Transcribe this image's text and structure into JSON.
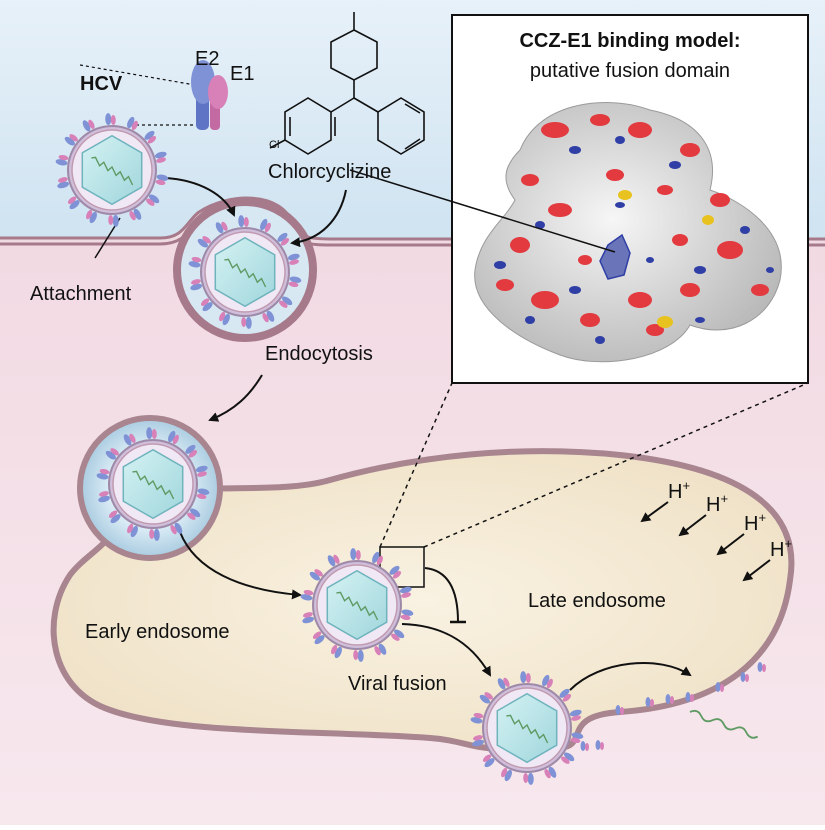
{
  "labels": {
    "hcv": "HCV",
    "e2": "E2",
    "e1": "E1",
    "cl": "Cl",
    "chlorcyclizine": "Chlorcyclizine",
    "attachment": "Attachment",
    "endocytosis": "Endocytosis",
    "early_endosome": "Early endosome",
    "late_endosome": "Late endosome",
    "viral_fusion": "Viral fusion",
    "proton": "H",
    "proton_charge": "+"
  },
  "inset": {
    "title": "CCZ-E1 binding model:",
    "subtitle": "putative fusion domain"
  },
  "colors": {
    "extracellular": "#d6e8f4",
    "cytoplasm": "#f2dbe3",
    "endosome_fill": "#f4ead6",
    "capsid": "#bfe7ea",
    "e2_blue": "#7f92d6",
    "e1_pink": "#d880b8",
    "rna_green": "#5f9a63",
    "surface_red": "#e23a3f",
    "surface_blue": "#2f3fa6",
    "surface_yellow": "#e8c21e",
    "surface_grey": "#e6e6e6"
  }
}
